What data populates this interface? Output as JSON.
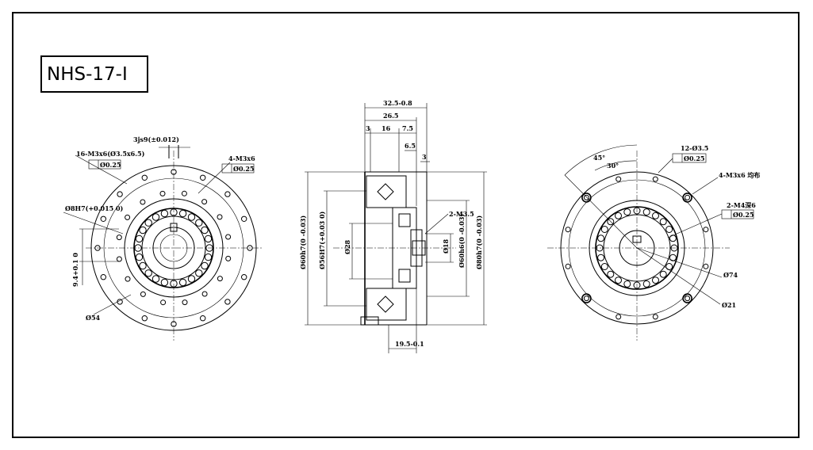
{
  "model": "NHS-17-I",
  "front_view": {
    "bolt_holes": "16-M3x6(Ø3.5x6.5)",
    "bolt_tol": "Ø0.25",
    "tapped": "4-M3x6",
    "tapped_tol": "Ø0.25",
    "keyway": "3js9(±0.012)",
    "bore": "Ø8H7(+0.015 0)",
    "key_height": "9.4+0.1 0",
    "outer_dia": "Ø54"
  },
  "section_view": {
    "total_length": "32.5-0.8",
    "len_a": "26.5",
    "len_b": "3",
    "len_c": "16",
    "len_d": "7.5",
    "len_e": "6.5",
    "len_f": "3",
    "holes": "2-M3.5",
    "dia_a": "Ø60h7(0 -0.03)",
    "dia_b": "Ø56H7(+0.03 0)",
    "dia_c": "Ø28",
    "dia_d": "Ø18",
    "dia_e": "Ø60h6(0 -0.03)",
    "dia_f": "Ø80h7(0 -0.03)",
    "bottom_len": "19.5-0.1"
  },
  "rear_view": {
    "angle_a": "45°",
    "angle_b": "30°",
    "holes": "12-Ø3.5",
    "holes_tol": "Ø0.25",
    "tapped": "4-M3x6 均布",
    "tapped_b": "2-M4深6",
    "tapped_b_tol": "Ø0.25",
    "pcd": "Ø74",
    "bore": "Ø21"
  }
}
